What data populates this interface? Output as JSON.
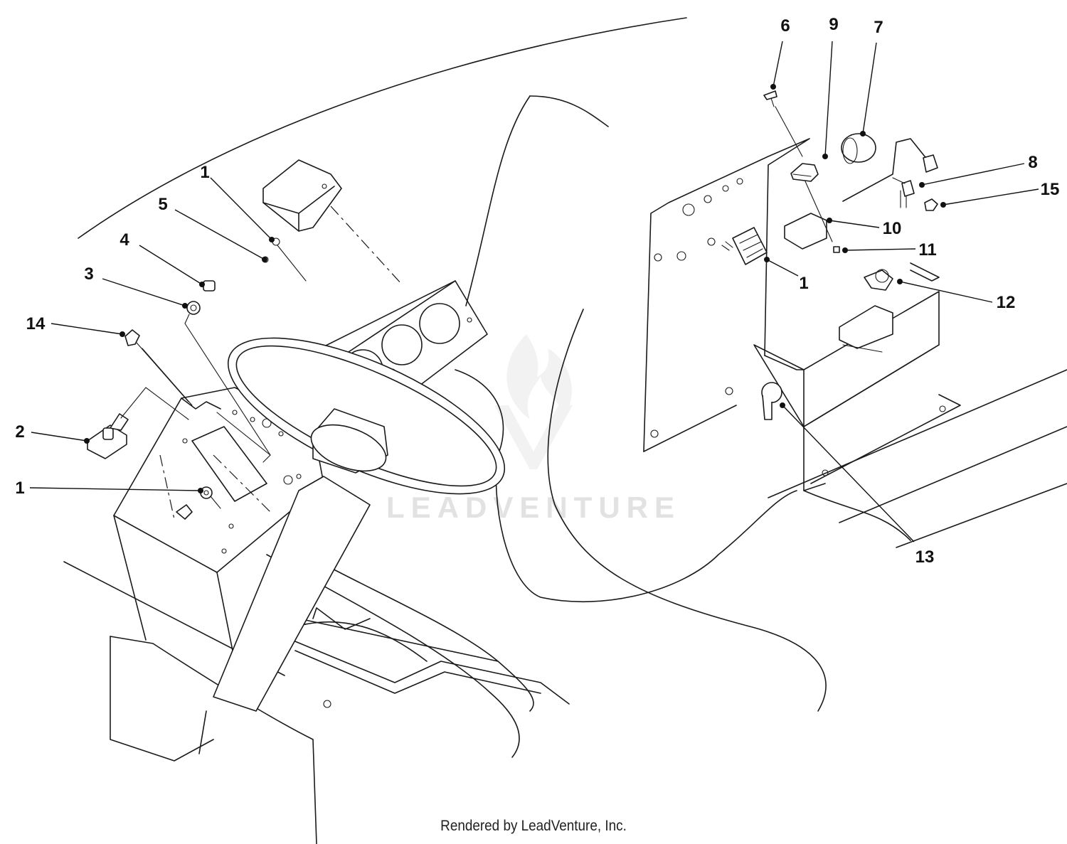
{
  "diagram": {
    "callouts": [
      {
        "id": "c1-top",
        "label": "1"
      },
      {
        "id": "c5",
        "label": "5"
      },
      {
        "id": "c4",
        "label": "4"
      },
      {
        "id": "c3",
        "label": "3"
      },
      {
        "id": "c14",
        "label": "14"
      },
      {
        "id": "c2",
        "label": "2"
      },
      {
        "id": "c1-left",
        "label": "1"
      },
      {
        "id": "c6",
        "label": "6"
      },
      {
        "id": "c9",
        "label": "9"
      },
      {
        "id": "c7",
        "label": "7"
      },
      {
        "id": "c8",
        "label": "8"
      },
      {
        "id": "c15",
        "label": "15"
      },
      {
        "id": "c10",
        "label": "10"
      },
      {
        "id": "c11",
        "label": "11"
      },
      {
        "id": "c1-right",
        "label": "1"
      },
      {
        "id": "c12",
        "label": "12"
      },
      {
        "id": "c13",
        "label": "13"
      }
    ],
    "watermark": "LEADVENTURE"
  },
  "footer": {
    "text": "Rendered by LeadVenture, Inc."
  }
}
